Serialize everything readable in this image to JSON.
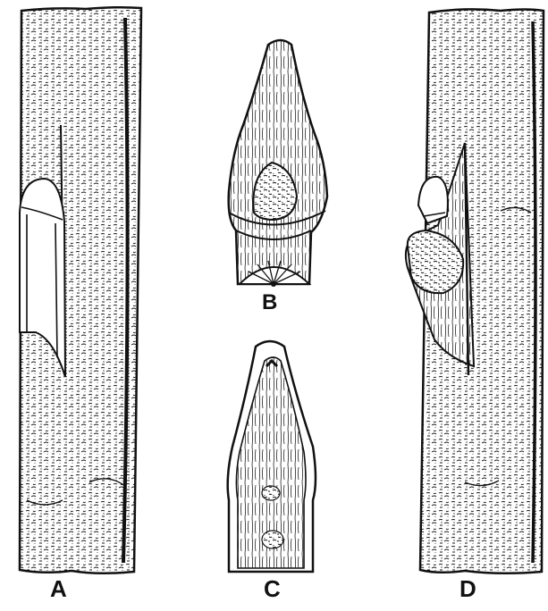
{
  "figure": {
    "panels": [
      {
        "id": "A",
        "label": "A"
      },
      {
        "id": "B",
        "label": "B"
      },
      {
        "id": "C",
        "label": "C"
      },
      {
        "id": "D",
        "label": "D"
      }
    ]
  },
  "colors": {
    "ink": "#111111",
    "paper": "#ffffff"
  }
}
